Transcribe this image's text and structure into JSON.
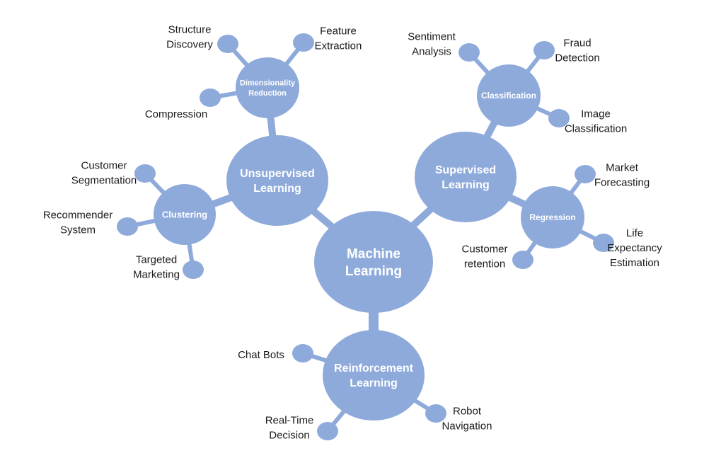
{
  "colors": {
    "node": "#8eaadb",
    "connector": "#8eaadb",
    "leaf_text": "#1a1a1a",
    "node_text": "#ffffff"
  },
  "root": {
    "label_lines": [
      "Machine",
      "Learning"
    ]
  },
  "branches": {
    "unsupervised": {
      "label_lines": [
        "Unsupervised",
        "Learning"
      ]
    },
    "supervised": {
      "label_lines": [
        "Supervised",
        "Learning"
      ]
    },
    "reinforcement": {
      "label_lines": [
        "Reinforcement",
        "Learning"
      ]
    },
    "dimensionality": {
      "label_lines": [
        "Dimensionality",
        "Reduction"
      ]
    },
    "clustering": {
      "label_lines": [
        "Clustering"
      ]
    },
    "classification": {
      "label_lines": [
        "Classification"
      ]
    },
    "regression": {
      "label_lines": [
        "Regression"
      ]
    }
  },
  "leaves": {
    "structure_discovery": [
      "Structure",
      "Discovery"
    ],
    "feature_extraction": [
      "Feature",
      "Extraction"
    ],
    "compression": [
      "Compression"
    ],
    "customer_segmentation": [
      "Customer",
      "Segmentation"
    ],
    "recommender_system": [
      "Recommender",
      "System"
    ],
    "targeted_marketing": [
      "Targeted",
      "Marketing"
    ],
    "sentiment_analysis": [
      "Sentiment",
      "Analysis"
    ],
    "fraud_detection": [
      "Fraud",
      "Detection"
    ],
    "image_classification": [
      "Image",
      "Classification"
    ],
    "market_forecasting": [
      "Market",
      "Forecasting"
    ],
    "life_expectancy": [
      "Life",
      "Expectancy",
      "Estimation"
    ],
    "customer_retention": [
      "Customer",
      "retention"
    ],
    "chat_bots": [
      "Chat Bots"
    ],
    "robot_navigation": [
      "Robot",
      "Navigation"
    ],
    "real_time_decision": [
      "Real-Time",
      "Decision"
    ]
  }
}
